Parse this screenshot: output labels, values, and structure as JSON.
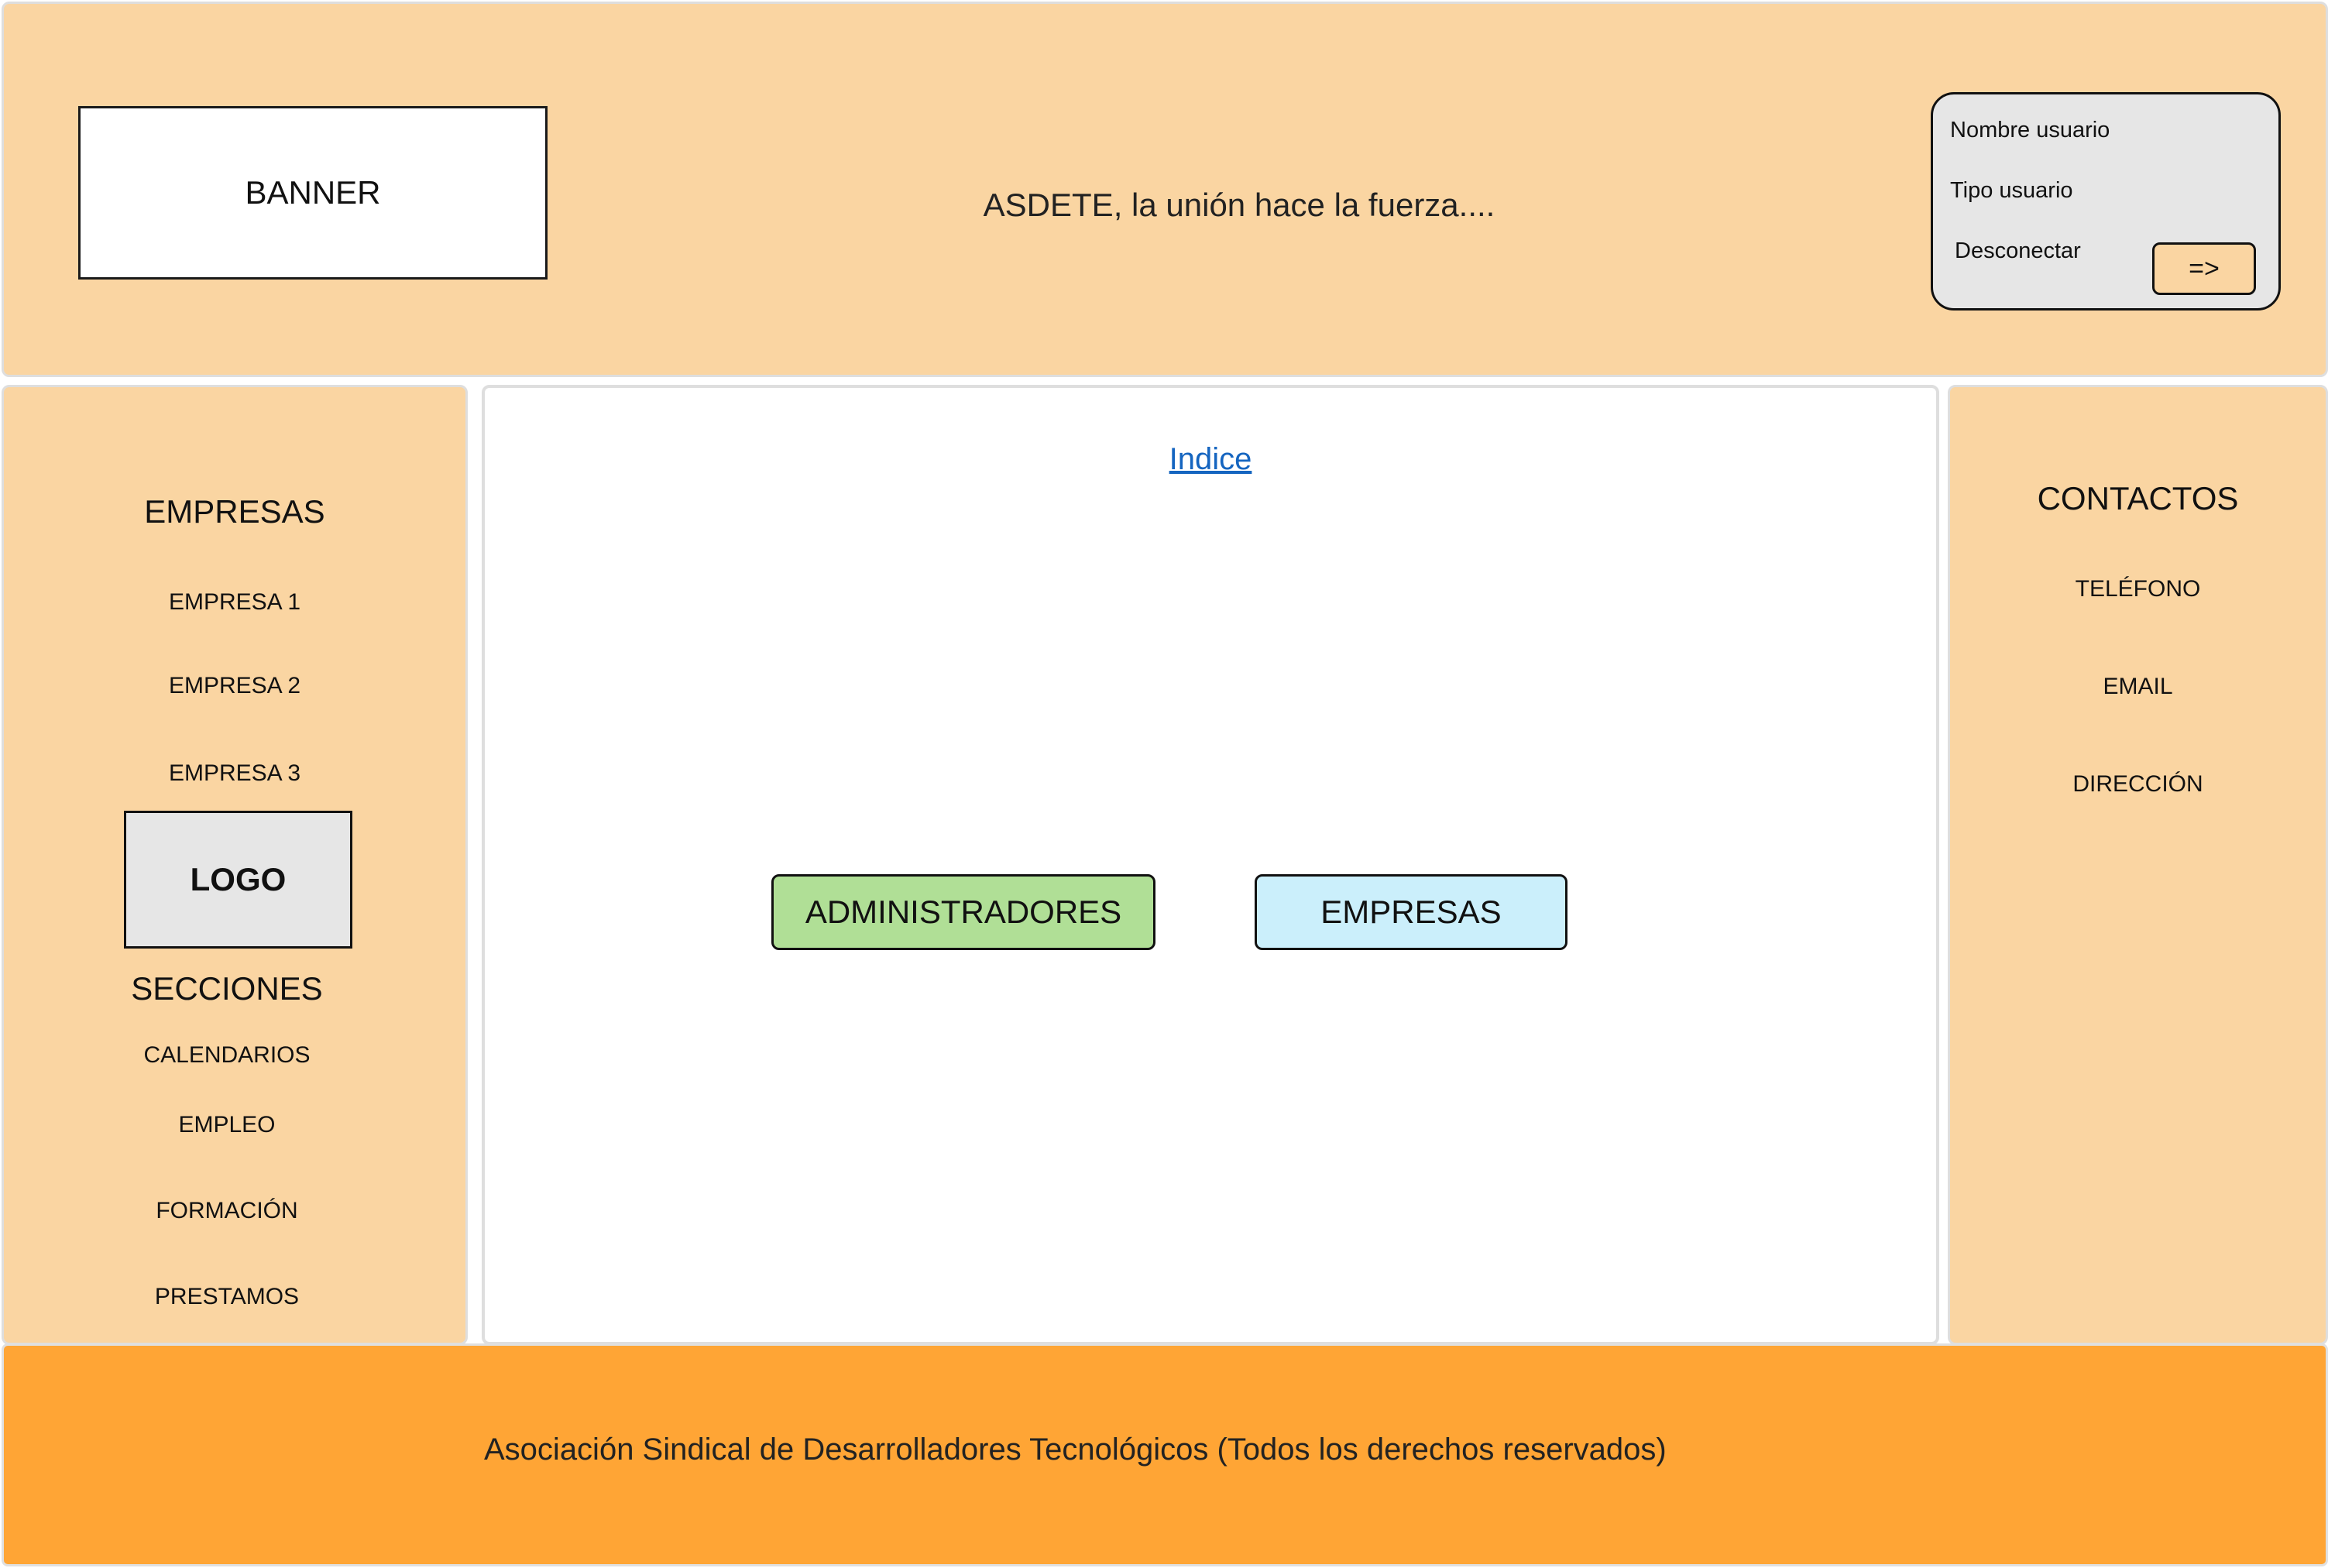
{
  "header": {
    "banner_label": "BANNER",
    "slogan": "ASDETE, la unión hace la fuerza....",
    "user": {
      "name_label": "Nombre usuario",
      "type_label": "Tipo usuario",
      "logout_label": "Desconectar",
      "logout_button": "=>"
    }
  },
  "left_sidebar": {
    "companies_heading": "EMPRESAS",
    "companies": [
      "EMPRESA 1",
      "EMPRESA 2",
      "EMPRESA 3"
    ],
    "logo_label": "LOGO",
    "sections_heading": "SECCIONES",
    "sections": [
      "CALENDARIOS",
      "EMPLEO",
      "FORMACIÓN",
      "PRESTAMOS"
    ]
  },
  "main": {
    "index_link": "Indice",
    "admin_button": "ADMINISTRADORES",
    "companies_button": "EMPRESAS"
  },
  "right_sidebar": {
    "contacts_heading": "CONTACTOS",
    "items": [
      "TELÉFONO",
      "EMAIL",
      "DIRECCIÓN"
    ]
  },
  "footer": {
    "text": "Asociación Sindical de Desarrolladores Tecnológicos (Todos los derechos reservados)"
  },
  "colors": {
    "panel": "#fad5a2",
    "footer": "#ffa535",
    "admin_button": "#b0df96",
    "companies_button": "#cbeffb",
    "link": "#1565c0"
  }
}
